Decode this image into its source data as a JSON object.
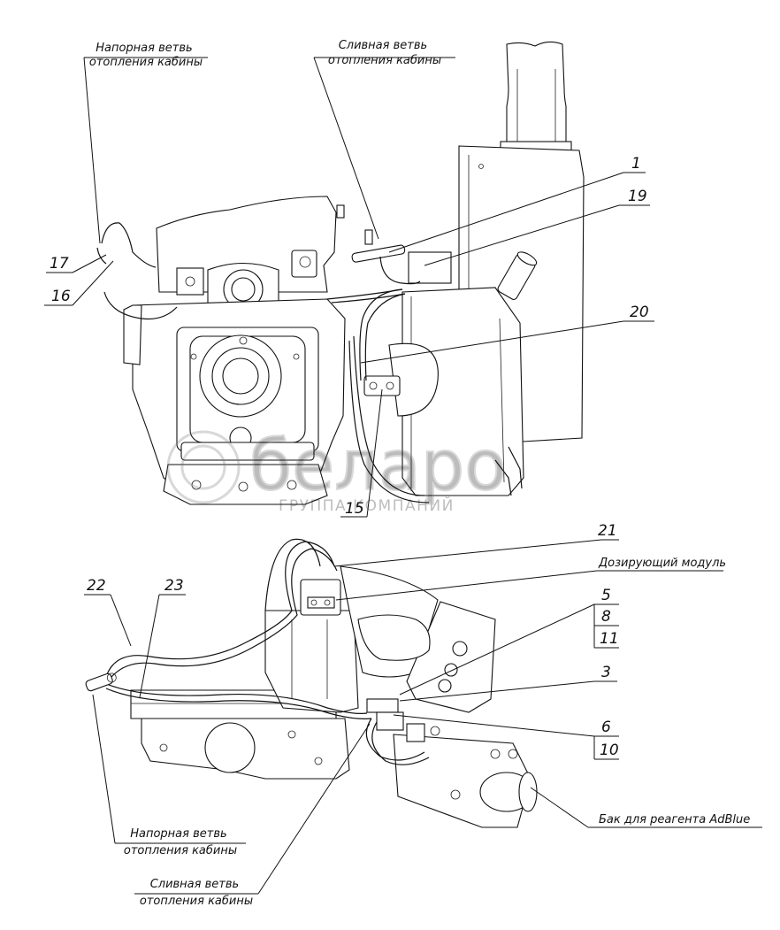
{
  "watermark": {
    "brand": "беларо",
    "group": "ГРУППА КОМПАНИЙ"
  },
  "callouts": {
    "supply_top": "Напорная ветвь\nотопления кабины",
    "drain_top": "Сливная ветвь\nотопления кабины",
    "dosing_module": "Дозирующий модуль",
    "supply_bottom": "Напорная ветвь\nотопления кабины",
    "drain_bottom": "Сливная ветвь\nотопления кабины",
    "adblue_tank": "Бак для реагента AdBlue"
  },
  "part_numbers": {
    "p1": "1",
    "p19": "19",
    "p20": "20",
    "p17": "17",
    "p16": "16",
    "p15": "15",
    "p21": "21",
    "p22": "22",
    "p23": "23",
    "p5": "5",
    "p8": "8",
    "p11": "11",
    "p3": "3",
    "p6": "6",
    "p10": "10"
  },
  "colors": {
    "line": "#111111",
    "watermark": "#c8c8c8",
    "background": "#ffffff"
  }
}
